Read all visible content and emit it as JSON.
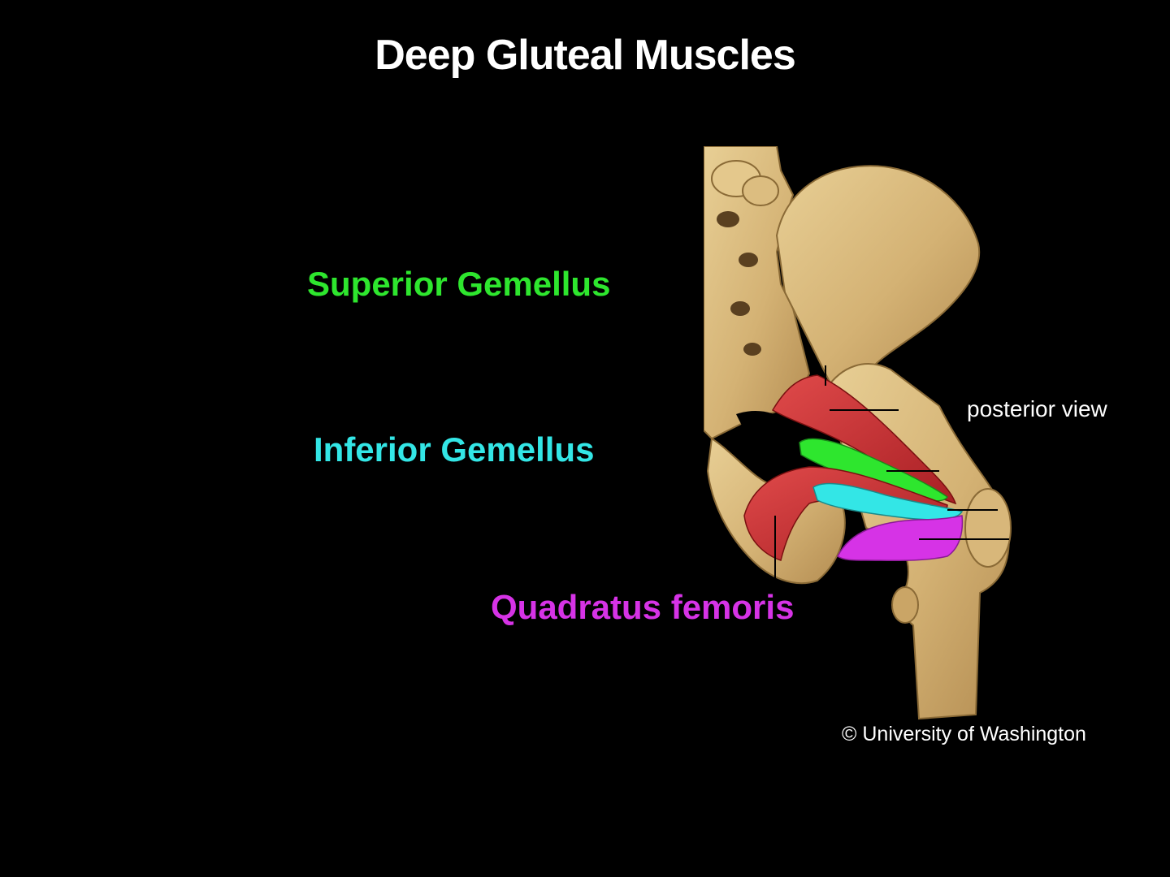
{
  "title": "Deep Gluteal Muscles",
  "labels": {
    "superior_gemellus": "Superior Gemellus",
    "inferior_gemellus": "Inferior  Gemellus",
    "quadratus_femoris": "Quadratus femoris"
  },
  "view_note": "posterior view",
  "credit": "© University of Washington",
  "colors": {
    "background": "#000000",
    "superior_gemellus": "#2ee62e",
    "inferior_gemellus": "#33e6e6",
    "quadratus_femoris": "#d633e6",
    "muscle_red": "#cc2a2a",
    "bone": "#d9b97a"
  },
  "icons": [
    "pelvis-bone-illustration",
    "femur-bone-illustration"
  ]
}
